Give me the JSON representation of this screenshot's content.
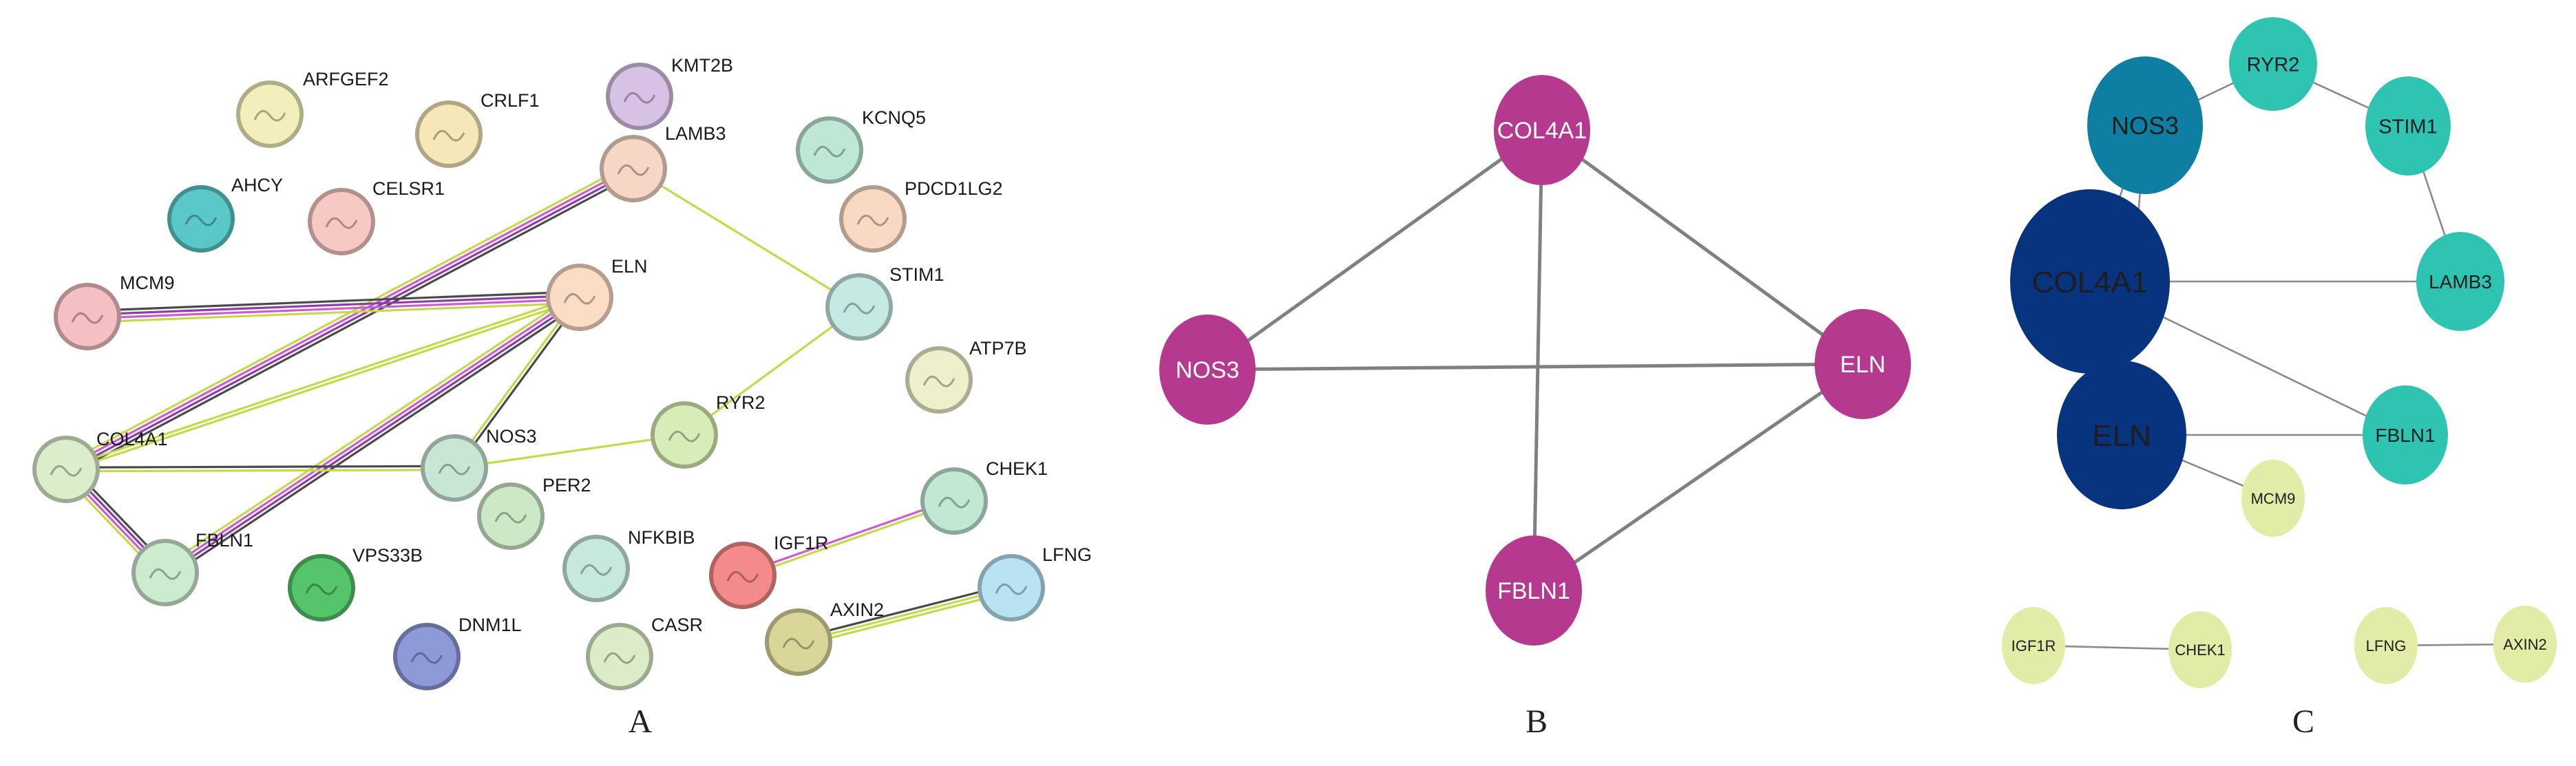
{
  "panels": {
    "A": {
      "letter": "A",
      "nodes": [
        {
          "id": "ARFGEF2",
          "label": "ARFGEF2",
          "color": "#f3efbd"
        },
        {
          "id": "CRLF1",
          "label": "CRLF1",
          "color": "#f5e7b8"
        },
        {
          "id": "KMT2B",
          "label": "KMT2B",
          "color": "#d7c2e6"
        },
        {
          "id": "LAMB3",
          "label": "LAMB3",
          "color": "#f6d6c5"
        },
        {
          "id": "KCNQ5",
          "label": "KCNQ5",
          "color": "#bfe7d5"
        },
        {
          "id": "PDCD1LG2",
          "label": "PDCD1LG2",
          "color": "#f7d9c4"
        },
        {
          "id": "AHCY",
          "label": "AHCY",
          "color": "#5ac8c8"
        },
        {
          "id": "CELSR1",
          "label": "CELSR1",
          "color": "#f7c9c4"
        },
        {
          "id": "MCM9",
          "label": "MCM9",
          "color": "#f4c0c4"
        },
        {
          "id": "ELN",
          "label": "ELN",
          "color": "#fbdcc5"
        },
        {
          "id": "STIM1",
          "label": "STIM1",
          "color": "#c6e9e4"
        },
        {
          "id": "ATP7B",
          "label": "ATP7B",
          "color": "#eeefcb"
        },
        {
          "id": "RYR2",
          "label": "RYR2",
          "color": "#d8ecb8"
        },
        {
          "id": "COL4A1",
          "label": "COL4A1",
          "color": "#dcedcb"
        },
        {
          "id": "NOS3",
          "label": "NOS3",
          "color": "#c8e6d3"
        },
        {
          "id": "PER2",
          "label": "PER2",
          "color": "#cde8c6"
        },
        {
          "id": "NFKBIB",
          "label": "NFKBIB",
          "color": "#c6e8df"
        },
        {
          "id": "IGF1R",
          "label": "IGF1R",
          "color": "#f58a8a"
        },
        {
          "id": "CHEK1",
          "label": "CHEK1",
          "color": "#c2e8d4"
        },
        {
          "id": "FBLN1",
          "label": "FBLN1",
          "color": "#cdebcf"
        },
        {
          "id": "VPS33B",
          "label": "VPS33B",
          "color": "#56c46a"
        },
        {
          "id": "LFNG",
          "label": "LFNG",
          "color": "#b9e3f3"
        },
        {
          "id": "AXIN2",
          "label": "AXIN2",
          "color": "#dad69a"
        },
        {
          "id": "DNM1L",
          "label": "DNM1L",
          "color": "#8e9ad8"
        },
        {
          "id": "CASR",
          "label": "CASR",
          "color": "#dcecc8"
        }
      ],
      "edges": [
        {
          "source": "LAMB3",
          "target": "STIM1",
          "colors": [
            "#c5d94a"
          ]
        },
        {
          "source": "STIM1",
          "target": "RYR2",
          "colors": [
            "#c5d94a"
          ]
        },
        {
          "source": "LAMB3",
          "target": "COL4A1",
          "colors": [
            "#4a4a4a",
            "#8c3fa8",
            "#d05bd0",
            "#c5d94a"
          ]
        },
        {
          "source": "MCM9",
          "target": "ELN",
          "colors": [
            "#4a4a4a",
            "#8c3fa8",
            "#d05bd0",
            "#c5d94a"
          ]
        },
        {
          "source": "ELN",
          "target": "COL4A1",
          "colors": [
            "#c5d94a",
            "#c5d94a"
          ]
        },
        {
          "source": "ELN",
          "target": "FBLN1",
          "colors": [
            "#4a4a4a",
            "#8c3fa8",
            "#d05bd0",
            "#c5d94a"
          ]
        },
        {
          "source": "ELN",
          "target": "NOS3",
          "colors": [
            "#4a4a4a",
            "#c5d94a"
          ]
        },
        {
          "source": "COL4A1",
          "target": "NOS3",
          "colors": [
            "#4a4a4a",
            "#c5d94a"
          ]
        },
        {
          "source": "NOS3",
          "target": "RYR2",
          "colors": [
            "#c5d94a"
          ]
        },
        {
          "source": "COL4A1",
          "target": "FBLN1",
          "colors": [
            "#4a4a4a",
            "#8c3fa8",
            "#d05bd0",
            "#c5d94a"
          ]
        },
        {
          "source": "IGF1R",
          "target": "CHEK1",
          "colors": [
            "#d05bd0",
            "#c5d94a"
          ]
        },
        {
          "source": "AXIN2",
          "target": "LFNG",
          "colors": [
            "#4a4a4a",
            "#c5d94a",
            "#c5d94a"
          ]
        }
      ]
    },
    "B": {
      "letter": "B",
      "node_color": "#b5398f",
      "nodes": [
        {
          "id": "COL4A1",
          "label": "COL4A1"
        },
        {
          "id": "NOS3",
          "label": "NOS3"
        },
        {
          "id": "ELN",
          "label": "ELN"
        },
        {
          "id": "FBLN1",
          "label": "FBLN1"
        }
      ],
      "edges": [
        {
          "source": "COL4A1",
          "target": "NOS3"
        },
        {
          "source": "COL4A1",
          "target": "ELN"
        },
        {
          "source": "COL4A1",
          "target": "FBLN1"
        },
        {
          "source": "NOS3",
          "target": "ELN"
        },
        {
          "source": "ELN",
          "target": "FBLN1"
        }
      ]
    },
    "C": {
      "letter": "C",
      "nodes": [
        {
          "id": "RYR2",
          "label": "RYR2",
          "color": "#2fc4b2"
        },
        {
          "id": "NOS3",
          "label": "NOS3",
          "color": "#0e7fa3"
        },
        {
          "id": "STIM1",
          "label": "STIM1",
          "color": "#2fc4b2"
        },
        {
          "id": "COL4A1",
          "label": "COL4A1",
          "color": "#07337f"
        },
        {
          "id": "LAMB3",
          "label": "LAMB3",
          "color": "#2fc4b2"
        },
        {
          "id": "ELN",
          "label": "ELN",
          "color": "#07337f"
        },
        {
          "id": "FBLN1",
          "label": "FBLN1",
          "color": "#2fc4b2"
        },
        {
          "id": "MCM9",
          "label": "MCM9",
          "color": "#e3eca6"
        },
        {
          "id": "IGF1R",
          "label": "IGF1R",
          "color": "#e3eca6"
        },
        {
          "id": "CHEK1",
          "label": "CHEK1",
          "color": "#e3eca6"
        },
        {
          "id": "LFNG",
          "label": "LFNG",
          "color": "#e3eca6"
        },
        {
          "id": "AXIN2",
          "label": "AXIN2",
          "color": "#e3eca6"
        }
      ],
      "edges": [
        {
          "source": "NOS3",
          "target": "RYR2"
        },
        {
          "source": "RYR2",
          "target": "STIM1"
        },
        {
          "source": "STIM1",
          "target": "LAMB3"
        },
        {
          "source": "NOS3",
          "target": "COL4A1"
        },
        {
          "source": "NOS3",
          "target": "ELN"
        },
        {
          "source": "COL4A1",
          "target": "LAMB3"
        },
        {
          "source": "COL4A1",
          "target": "FBLN1"
        },
        {
          "source": "COL4A1",
          "target": "ELN"
        },
        {
          "source": "ELN",
          "target": "FBLN1"
        },
        {
          "source": "ELN",
          "target": "MCM9"
        },
        {
          "source": "IGF1R",
          "target": "CHEK1"
        },
        {
          "source": "LFNG",
          "target": "AXIN2"
        }
      ]
    }
  }
}
